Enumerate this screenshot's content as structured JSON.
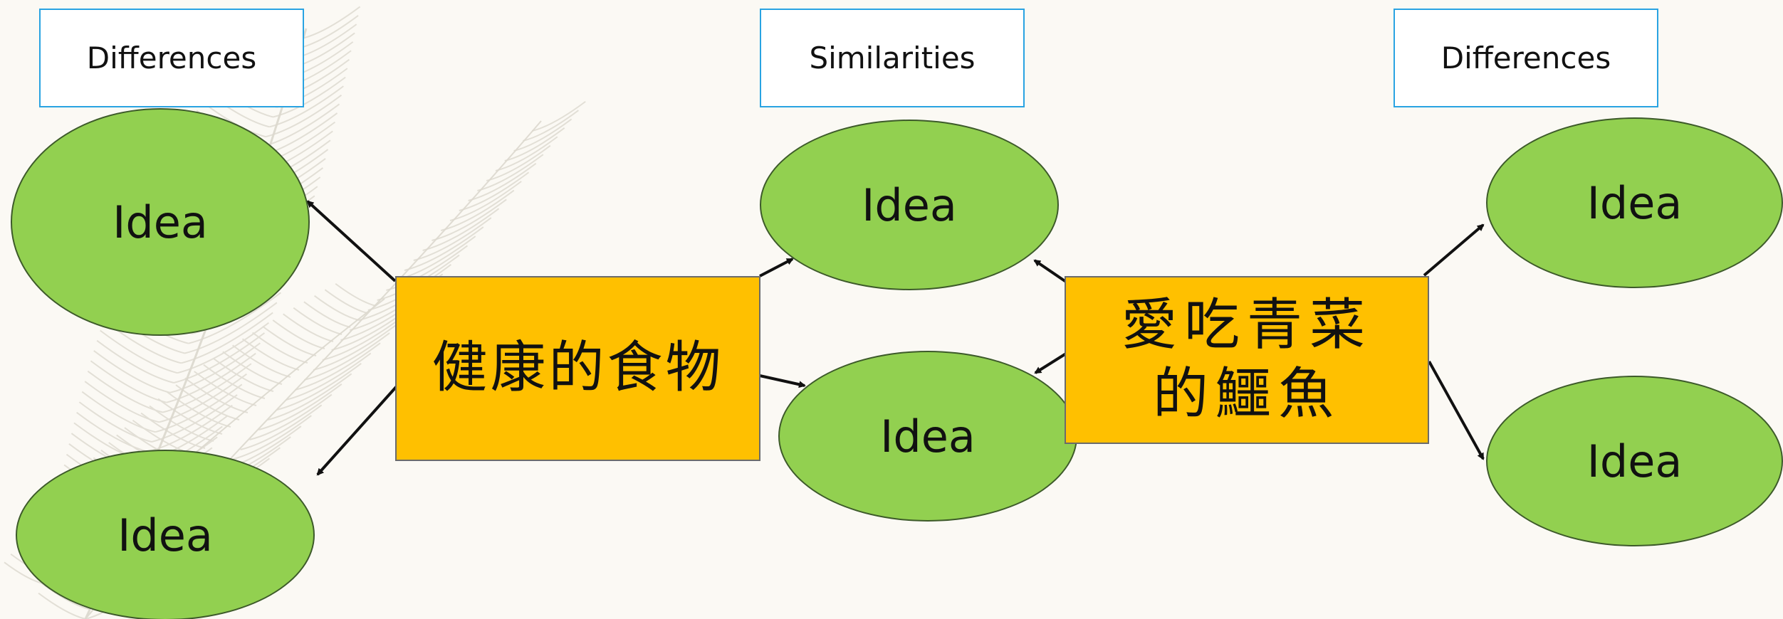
{
  "labels": {
    "left": "Differences",
    "center": "Similarities",
    "right": "Differences"
  },
  "topics": {
    "left": "健康的食物",
    "right_line1": "愛吃青菜",
    "right_line2": "的鱷魚"
  },
  "ideas": {
    "left_top": "Idea",
    "left_bottom": "Idea",
    "center_top": "Idea",
    "center_bottom": "Idea",
    "right_top": "Idea",
    "right_bottom": "Idea"
  },
  "colors": {
    "background": "#fbf9f4",
    "idea_fill": "#92d050",
    "topic_fill": "#ffc000",
    "label_border": "#29a3e2"
  }
}
